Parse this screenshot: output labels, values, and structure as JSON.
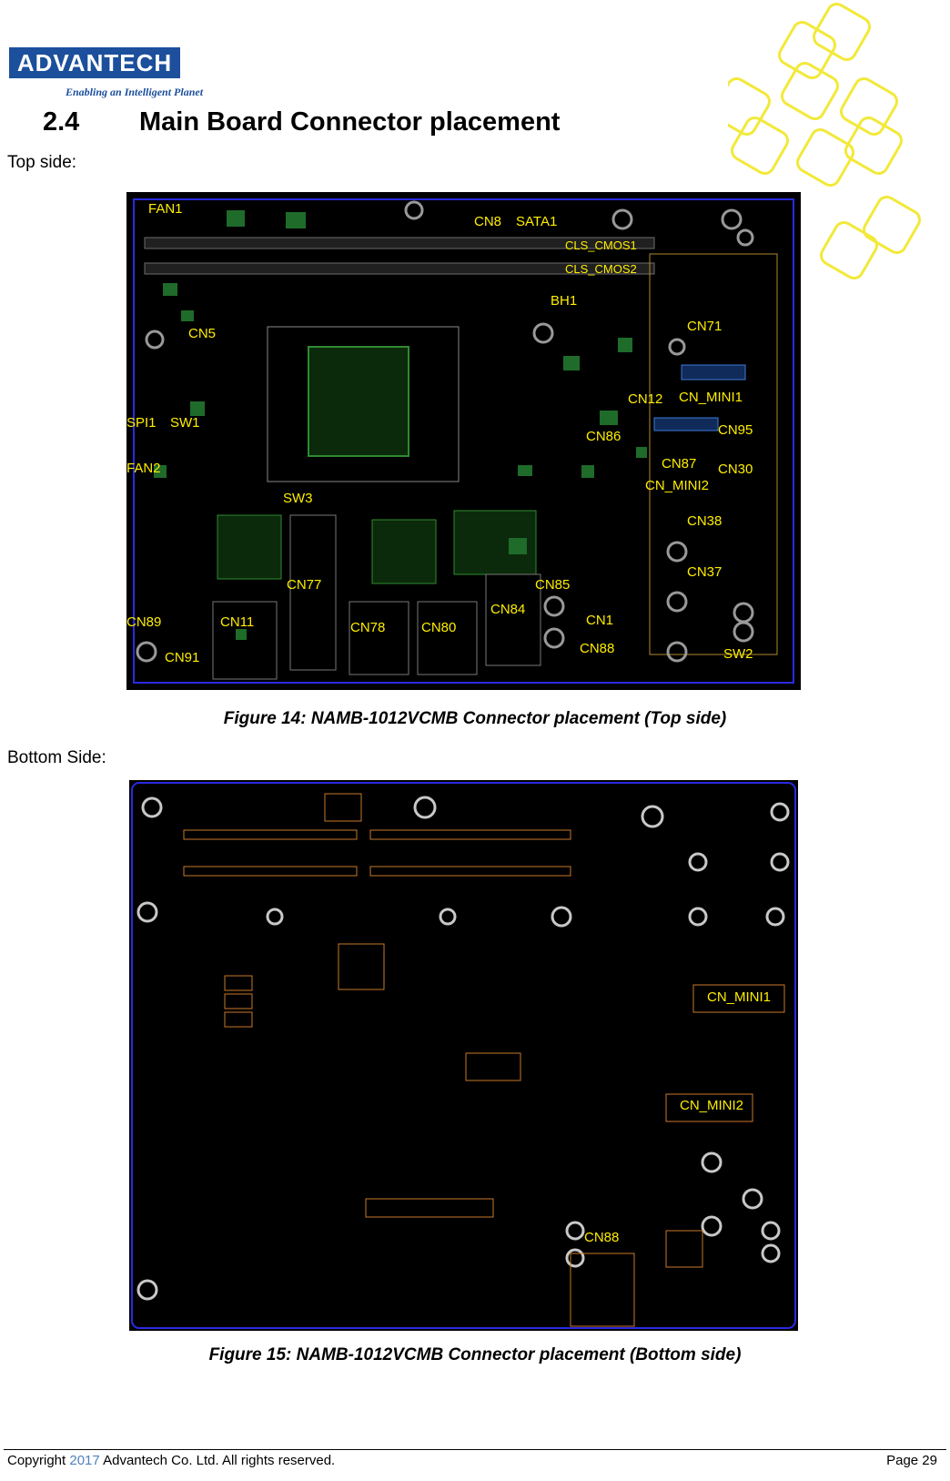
{
  "header": {
    "logo_text": "ADVANTECH",
    "tagline": "Enabling an Intelligent Planet"
  },
  "section": {
    "number": "2.4",
    "title": "Main Board Connector placement"
  },
  "top_side": {
    "label": "Top side:",
    "connector_labels": [
      "FAN1",
      "CN8",
      "SATA1",
      "CLS_CMOS1",
      "CLS_CMOS2",
      "BH1",
      "CN5",
      "CN71",
      "CN12",
      "CN_MINI1",
      "SPI1",
      "SW1",
      "CN95",
      "CN86",
      "FAN2",
      "CN87",
      "CN30",
      "CN_MINI2",
      "SW3",
      "CN38",
      "CN77",
      "CN85",
      "CN37",
      "CN84",
      "CN89",
      "CN11",
      "CN78",
      "CN80",
      "CN1",
      "CN88",
      "CN91",
      "SW2"
    ],
    "caption": "Figure 14: NAMB-1012VCMB Connector placement (Top side)"
  },
  "bottom_side": {
    "label": "Bottom Side:",
    "connector_labels": [
      "CN_MINI1",
      "CN_MINI2",
      "CN88"
    ],
    "caption": "Figure 15: NAMB-1012VCMB Connector placement (Bottom side)"
  },
  "footer": {
    "copyright_prefix": "Copyright",
    "year": "2017",
    "copyright_suffix": "Advantech Co. Ltd. All rights reserved.",
    "page": "Page 29"
  },
  "colors": {
    "brand_blue": "#1c4f9c",
    "label_yellow": "#ffee00",
    "pcb_black": "#000000",
    "deco_yellow": "#f2e93a"
  }
}
